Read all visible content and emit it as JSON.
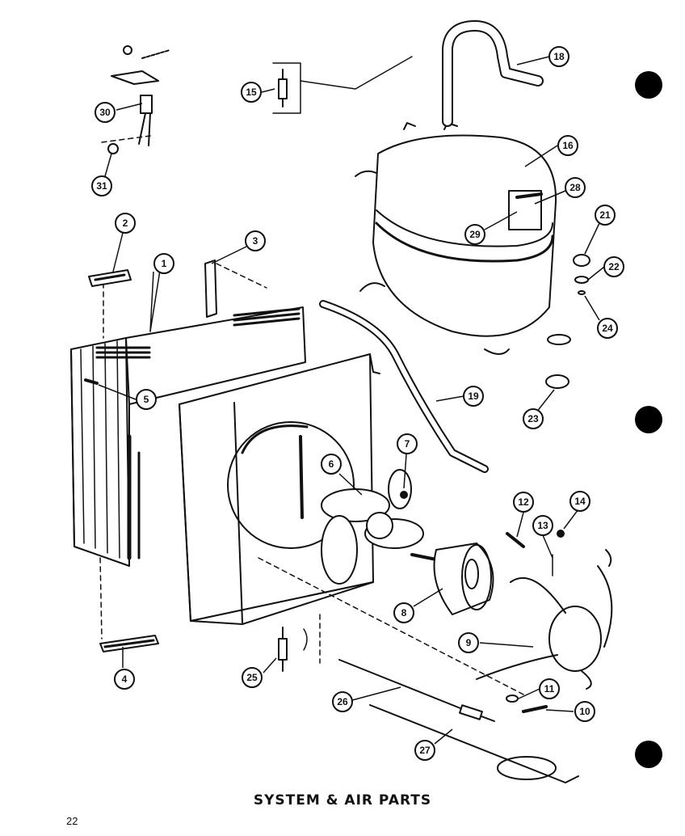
{
  "page": {
    "caption": "SYSTEM & AIR PARTS",
    "page_number": "22"
  },
  "callouts": [
    "1",
    "2",
    "3",
    "4",
    "5",
    "6",
    "7",
    "8",
    "9",
    "10",
    "11",
    "12",
    "13",
    "14",
    "15",
    "16",
    "18",
    "19",
    "21",
    "22",
    "23",
    "24",
    "25",
    "26",
    "27",
    "28",
    "29",
    "30",
    "31"
  ],
  "binding_holes": 3
}
